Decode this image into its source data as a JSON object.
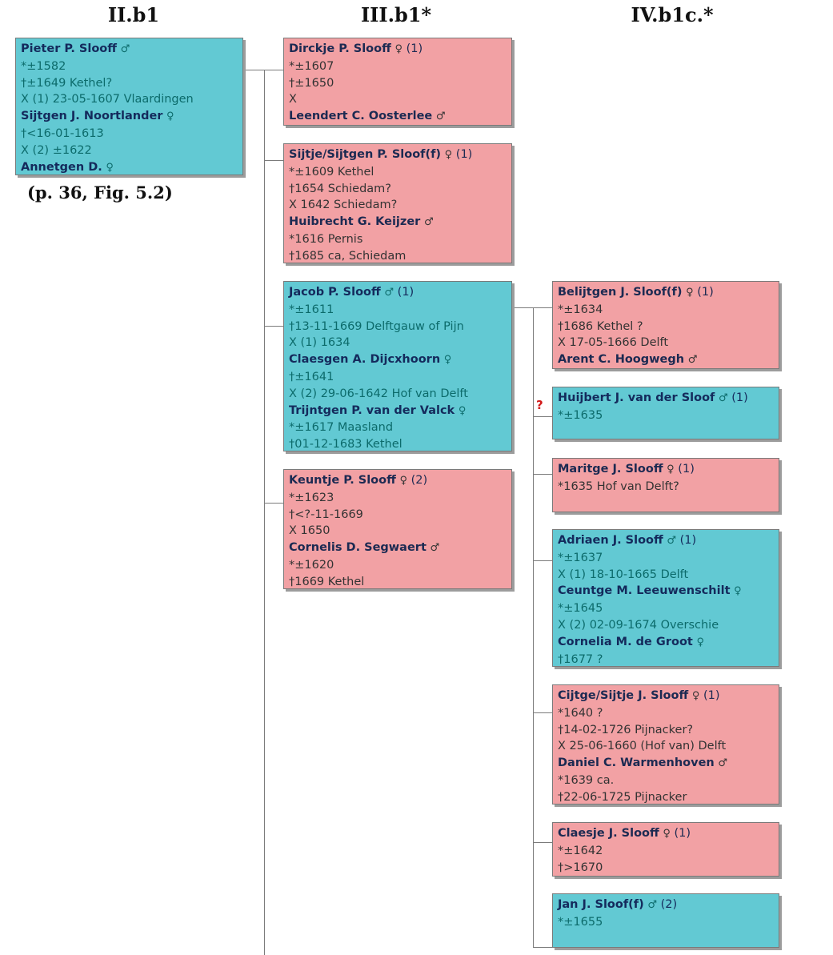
{
  "headers": {
    "col1": "II.b1",
    "col2": "III.b1*",
    "col3": "IV.b1c.*"
  },
  "caption": "(p. 36, Fig. 5.2)",
  "unknown_marker": "?",
  "colors": {
    "male_box": "#62c9d3",
    "female_box": "#f2a1a4",
    "connector": "#7b7b7b",
    "unknown_marker": "#d21b1b"
  },
  "symbols": {
    "male": "♂",
    "female": "♀"
  },
  "boxes": {
    "pieter": {
      "name": "Pieter P. Slooff",
      "l1": " *±1582",
      "l2": " †±1649 Kethel?",
      "l3": "X (1) 23-05-1607 Vlaardingen",
      "n2": "Sijtgen J. Noortlander",
      "l4": " †<16-01-1613",
      "l5": "X (2) ±1622",
      "n3": "Annetgen D."
    },
    "dirckje": {
      "name": "Dirckje P. Slooff",
      "num": " (1)",
      "l1": " *±1607",
      "l2": " †±1650",
      "l3": "X",
      "n2": "Leendert C. Oosterlee"
    },
    "sijtje": {
      "name": "Sijtje/Sijtgen P. Sloof(f)",
      "num": " (1)",
      "l1": " *±1609 Kethel",
      "l2": " †1654 Schiedam?",
      "l3": "X 1642 Schiedam?",
      "n2": "Huibrecht G. Keijzer",
      "l4": " *1616 Pernis",
      "l5": " †1685 ca, Schiedam"
    },
    "jacob": {
      "name": "Jacob P. Slooff",
      "num": " (1)",
      "l1": " *±1611",
      "l2": " †13-11-1669 Delftgauw of Pijn",
      "l3": "X (1) 1634",
      "n2": "Claesgen A. Dijcxhoorn",
      "l4": " †±1641",
      "l5": "X (2) 29-06-1642 Hof van Delft",
      "n3": "Trijntgen P. van der Valck",
      "l6": " *±1617 Maasland",
      "l7": " †01-12-1683 Kethel"
    },
    "keuntje": {
      "name": "Keuntje P. Slooff",
      "num": " (2)",
      "l1": " *±1623",
      "l2": " †<?-11-1669",
      "l3": "X 1650",
      "n2": "Cornelis D. Segwaert",
      "l4": " *±1620",
      "l5": " †1669 Kethel"
    },
    "belijtgen": {
      "name": "Belijtgen J. Sloof(f)",
      "num": " (1)",
      "l1": " *±1634",
      "l2": " †1686 Kethel ?",
      "l3": "X 17-05-1666 Delft",
      "n2": "Arent C. Hoogwegh"
    },
    "huijbert": {
      "name": "Huijbert J. van der Sloof",
      "num": " (1)",
      "l1": " *±1635"
    },
    "maritge": {
      "name": "Maritge J. Slooff",
      "num": " (1)",
      "l1": " *1635 Hof van Delft?"
    },
    "adriaen": {
      "name": "Adriaen J. Slooff",
      "num": " (1)",
      "l1": " *±1637",
      "l2": "X (1) 18-10-1665 Delft",
      "n2": "Ceuntge M. Leeuwenschilt",
      "l3": " *±1645",
      "l4": "X (2) 02-09-1674 Overschie",
      "n3": "Cornelia M. de Groot",
      "l5": " †1677 ?"
    },
    "cijtge": {
      "name": "Cijtge/Sijtje J. Slooff",
      "num": " (1)",
      "l1": " *1640 ?",
      "l2": " †14-02-1726 Pijnacker?",
      "l3": "X 25-06-1660 (Hof van) Delft",
      "n2": "Daniel C. Warmenhoven",
      "l4": " *1639 ca.",
      "l5": " †22-06-1725 Pijnacker"
    },
    "claesje": {
      "name": "Claesje J. Slooff",
      "num": " (1)",
      "l1": " *±1642",
      "l2": " †>1670"
    },
    "jan": {
      "name": "Jan J. Sloof(f)",
      "num": " (2)",
      "l1": " *±1655"
    }
  }
}
